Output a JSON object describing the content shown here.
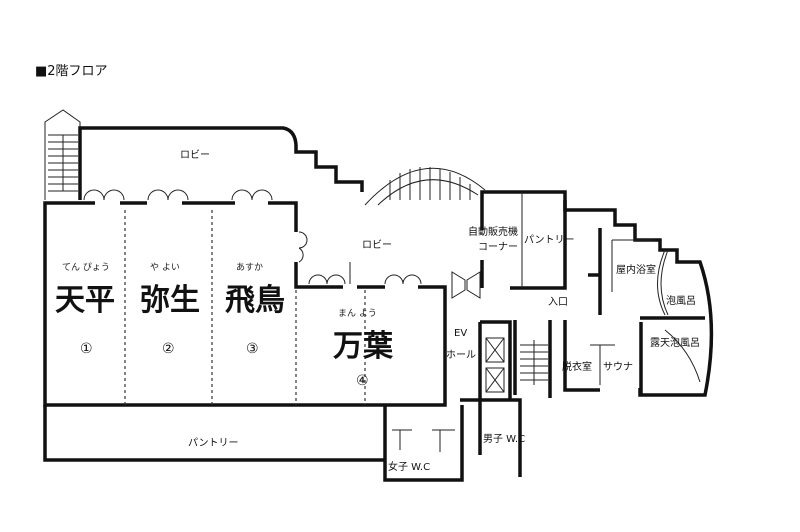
{
  "title": "■2階フロア",
  "rooms": [
    {
      "name": "天平",
      "ruby": "てん ぴょう",
      "number": "①"
    },
    {
      "name": "弥生",
      "ruby": "や よい",
      "number": "②"
    },
    {
      "name": "飛鳥",
      "ruby": "あすか",
      "number": "③"
    },
    {
      "name": "万葉",
      "ruby": "まん よう",
      "number": "④"
    }
  ],
  "labels": {
    "lobby_upper": "ロビー",
    "lobby_lower": "ロビー",
    "pantry_bottom": "パントリー",
    "vending_1": "自動販売機",
    "vending_2": "コーナー",
    "pantry_right": "パントリー",
    "entrance": "入口",
    "ev_1": "EV",
    "ev_2": "ホール",
    "mens_wc": "男子 W.C",
    "womens_wc": "女子 W.C",
    "indoor_bath": "屋内浴室",
    "bubble_bath": "泡風呂",
    "outdoor_bubble_bath": "露天泡風呂",
    "changing_room": "脱衣室",
    "sauna": "サウナ"
  }
}
